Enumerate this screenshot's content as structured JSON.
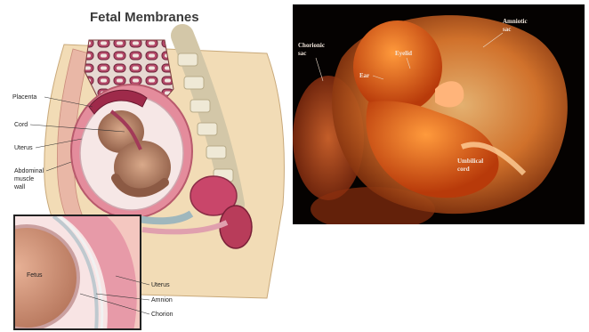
{
  "left_diagram": {
    "title": "Fetal Membranes",
    "labels": {
      "placenta": "Placenta",
      "cord": "Cord",
      "uterus": "Uterus",
      "abdominal_line1": "Abdominal",
      "abdominal_line2": "muscle",
      "abdominal_line3": "wall"
    },
    "inset_labels": {
      "fetus": "Fetus",
      "uterus": "Uterus",
      "amnion": "Amnion",
      "chorion": "Chorion"
    }
  },
  "right_photo": {
    "labels": {
      "chorionic_line1": "Chorionic",
      "chorionic_line2": "sac",
      "eyelid": "Eyelid",
      "ear": "Ear",
      "amniotic_line1": "Amniotic",
      "amniotic_line2": "sac",
      "umbilical_line1": "Umbilical",
      "umbilical_line2": "cord"
    }
  }
}
